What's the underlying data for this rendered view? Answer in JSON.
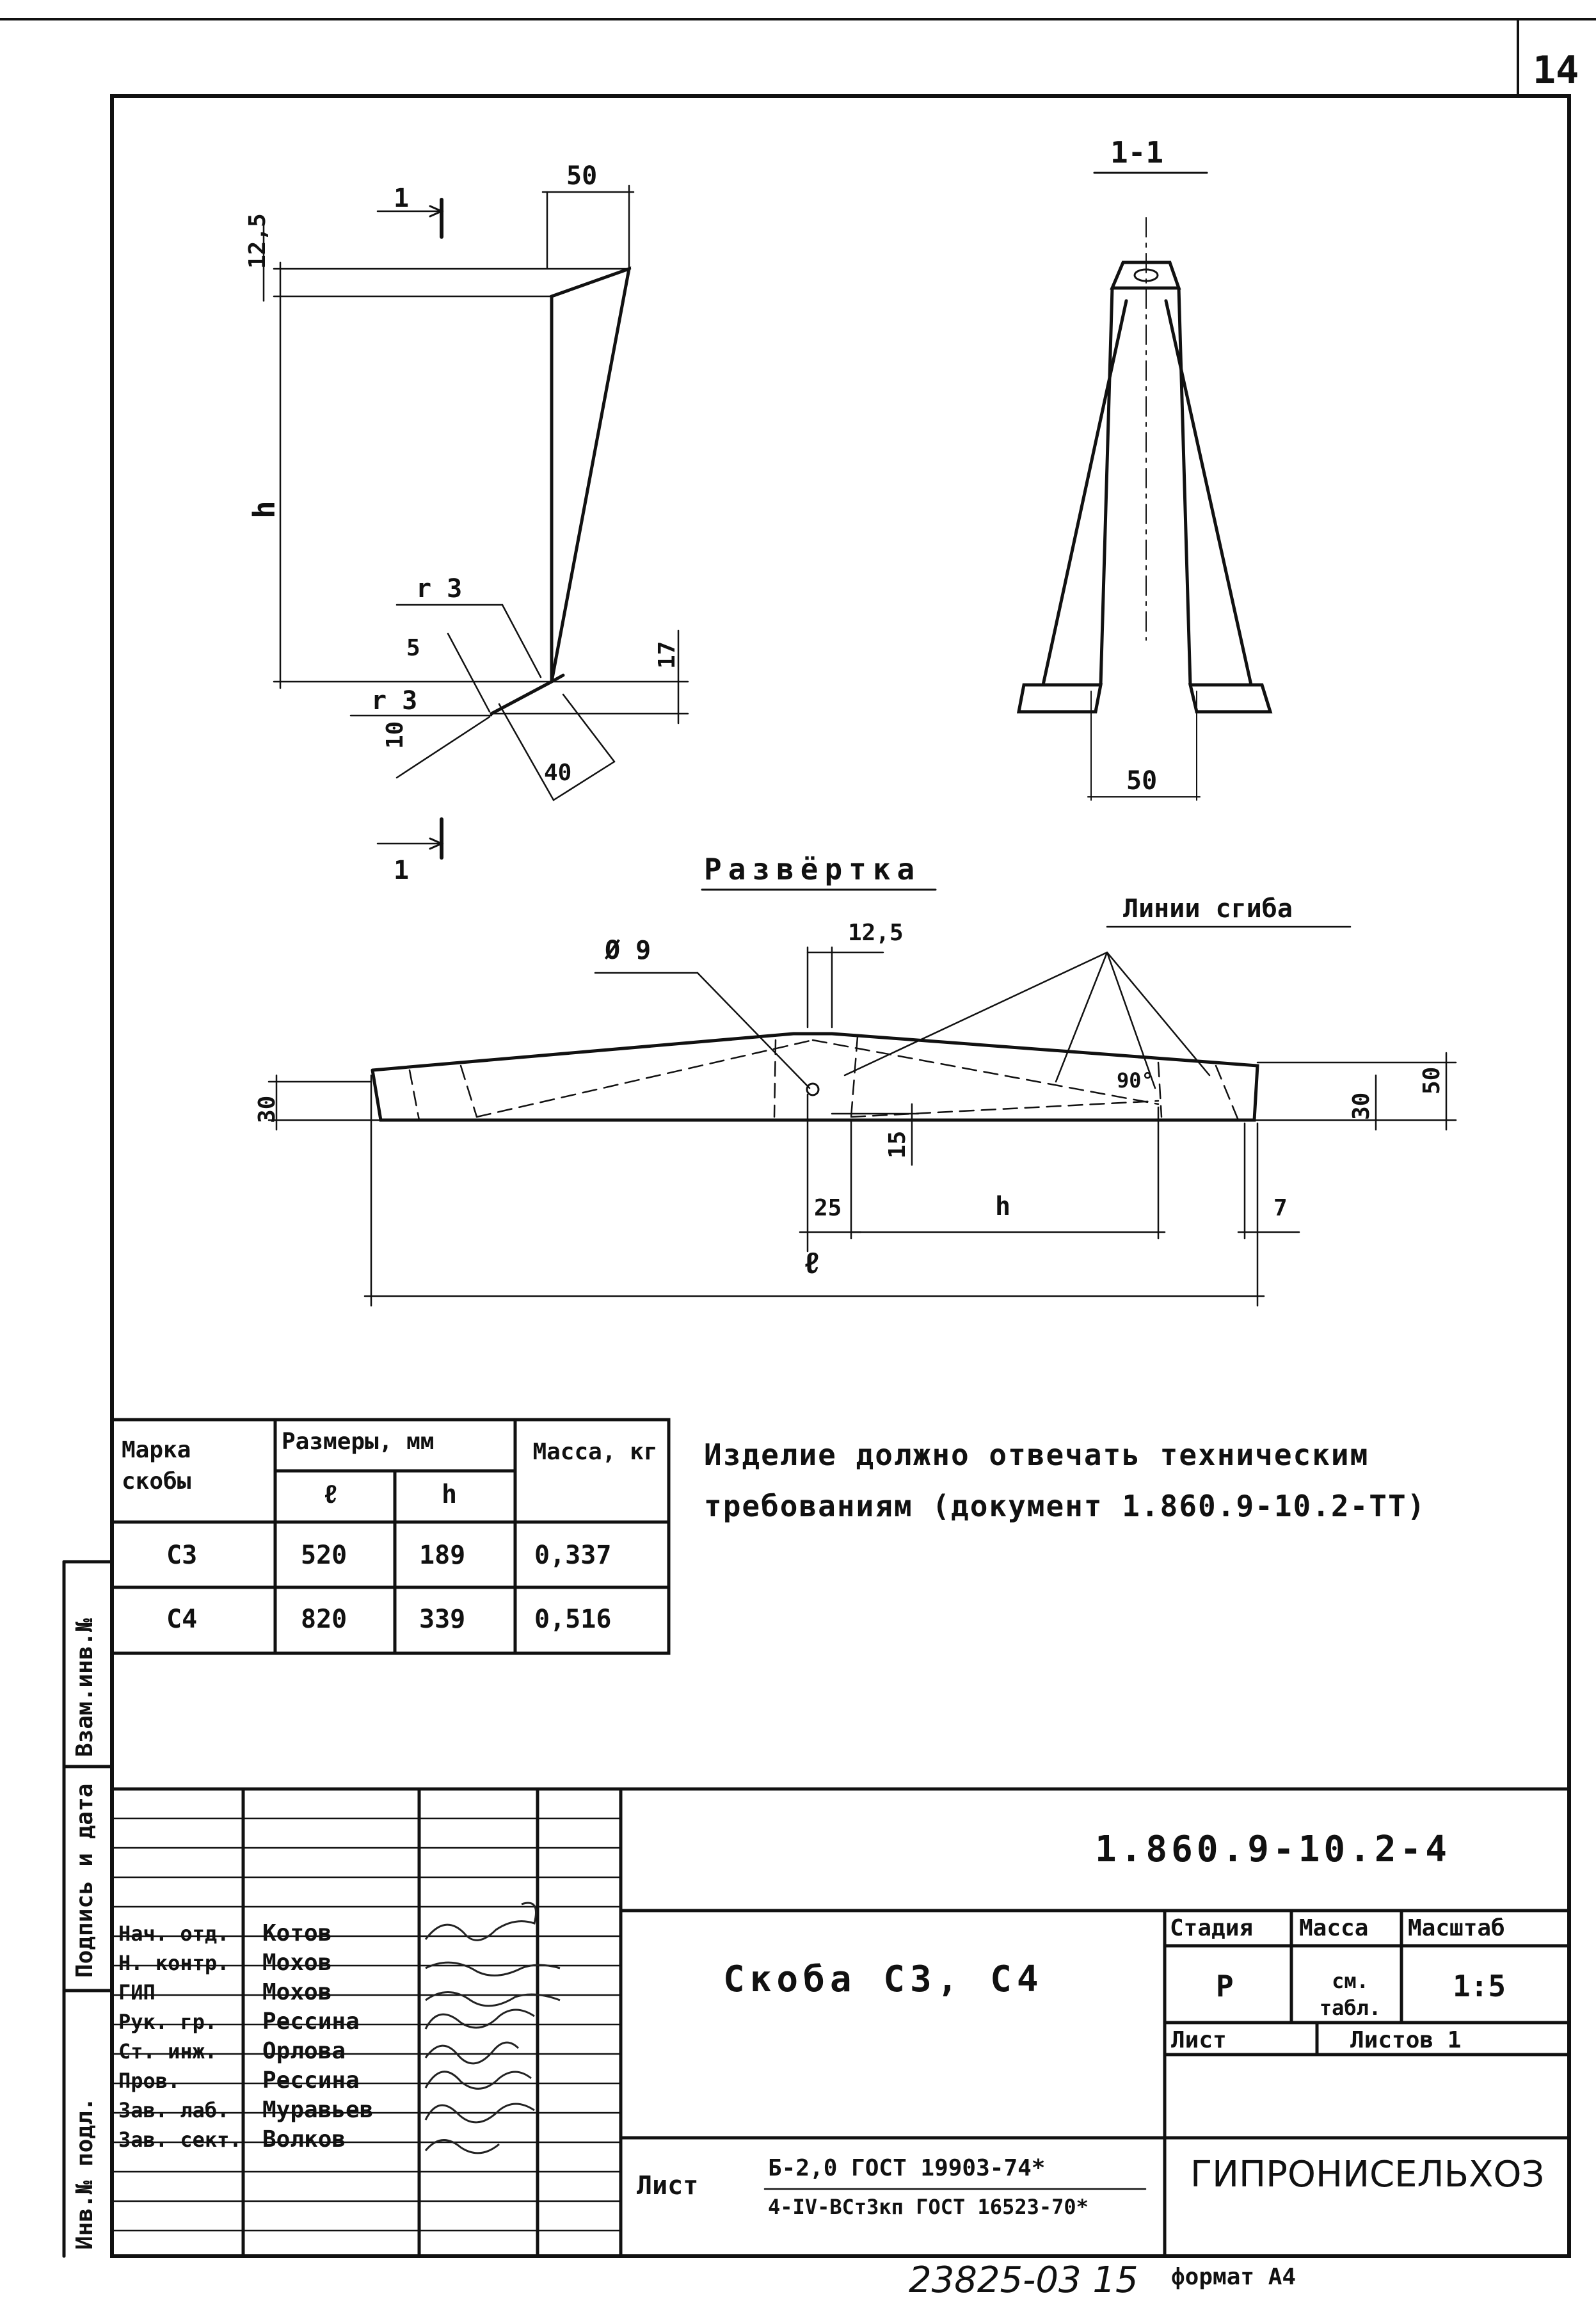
{
  "sheet_number": "14",
  "view_section_label": "1-1",
  "cut_marker": "1",
  "dims_side": {
    "top_width": "50",
    "top_offset": "12,5",
    "height": "h",
    "radius_upper": "r 3",
    "radius_lower": "r 3",
    "d5": "5",
    "d10": "10",
    "d17": "17",
    "d40": "40"
  },
  "dims_section": {
    "width": "50"
  },
  "unfold": {
    "title": "Развёртка",
    "hole": "Ø 9",
    "offset_top": "12,5",
    "bend_lines": "Линии сгиба",
    "angle": "90°",
    "d30_left": "30",
    "d30_right": "30",
    "d50": "50",
    "d15": "15",
    "d25": "25",
    "d7": "7",
    "h": "h",
    "l": "ℓ"
  },
  "spec_table": {
    "headers": {
      "mark": "Марка скобы",
      "sizes": "Размеры, мм",
      "l": "ℓ",
      "h": "h",
      "mass": "Масса, кг"
    },
    "rows": [
      {
        "mark": "С3",
        "l": "520",
        "h": "189",
        "mass": "0,337"
      },
      {
        "mark": "С4",
        "l": "820",
        "h": "339",
        "mass": "0,516"
      }
    ]
  },
  "note_line1": "Изделие должно отвечать техническим",
  "note_line2": "требованиям (документ 1.860.9-10.2-ТТ)",
  "side_stamp": {
    "vzam": "Взам.инв.№",
    "podpis": "Подпись и дата",
    "inv": "Инв.№ подл."
  },
  "title_block": {
    "doc_code": "1.860.9-10.2-4",
    "name": "Скоба С3, С4",
    "stage_h": "Стадия",
    "mass_h": "Масса",
    "scale_h": "Масштаб",
    "stage": "Р",
    "mass": "см. табл.",
    "scale": "1:5",
    "sheet_label": "Лист",
    "sheets_label": "Листов 1",
    "org": "ГИПРОНИСЕЛЬХОЗ",
    "material_prefix": "Лист",
    "material_num": "Б-2,0 ГОСТ 19903-74*",
    "material_den": "4-IV-ВСт3кп ГОСТ 16523-70*",
    "signers": [
      {
        "role": "Нач. отд.",
        "name": "Котов"
      },
      {
        "role": "Н. контр.",
        "name": "Мохов"
      },
      {
        "role": "ГИП",
        "name": "Мохов"
      },
      {
        "role": "Рук. гр.",
        "name": "Рессина"
      },
      {
        "role": "Ст. инж.",
        "name": "Орлова"
      },
      {
        "role": "Пров.",
        "name": "Рессина"
      },
      {
        "role": "Зав. лаб.",
        "name": "Муравьев"
      },
      {
        "role": "Зав. сект.",
        "name": "Волков"
      }
    ]
  },
  "footer_code": "23825-03 15",
  "format": "формат А4"
}
